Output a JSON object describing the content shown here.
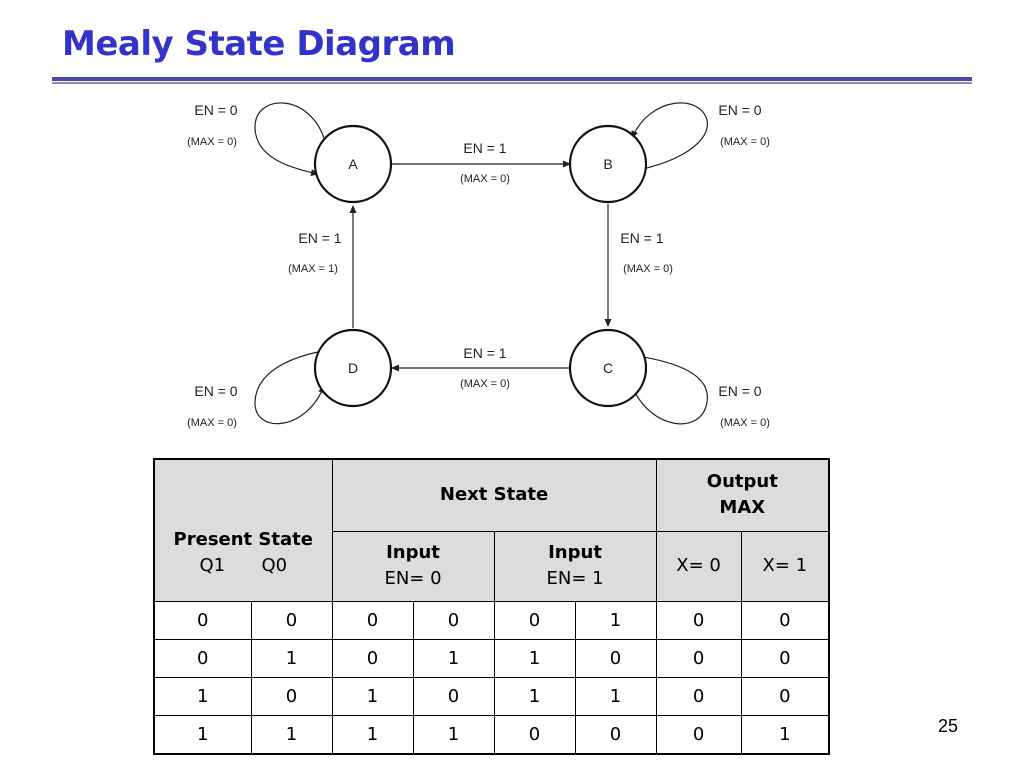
{
  "slide": {
    "title": "Mealy State Diagram",
    "page_number": "25"
  },
  "diagram": {
    "states": [
      "A",
      "B",
      "C",
      "D"
    ],
    "transitions": [
      {
        "from": "A",
        "to": "A",
        "input": "EN = 0",
        "output": "(MAX = 0)"
      },
      {
        "from": "B",
        "to": "B",
        "input": "EN = 0",
        "output": "(MAX = 0)"
      },
      {
        "from": "C",
        "to": "C",
        "input": "EN = 0",
        "output": "(MAX = 0)"
      },
      {
        "from": "D",
        "to": "D",
        "input": "EN = 0",
        "output": "(MAX = 0)"
      },
      {
        "from": "A",
        "to": "B",
        "input": "EN = 1",
        "output": "(MAX = 0)"
      },
      {
        "from": "B",
        "to": "C",
        "input": "EN = 1",
        "output": "(MAX = 0)"
      },
      {
        "from": "C",
        "to": "D",
        "input": "EN = 1",
        "output": "(MAX = 0)"
      },
      {
        "from": "D",
        "to": "A",
        "input": "EN = 1",
        "output": "(MAX = 1)"
      }
    ]
  },
  "table": {
    "present_state": "Present State",
    "q1": "Q1",
    "q0": "Q0",
    "next_state": "Next State",
    "output_line1": "Output",
    "output_line2": "MAX",
    "input_en0_line1": "Input",
    "input_en0_line2": "EN= 0",
    "input_en1_line1": "Input",
    "input_en1_line2": "EN= 1",
    "x0": "X= 0",
    "x1": "X= 1",
    "rows": [
      [
        "0",
        "0",
        "0",
        "0",
        "0",
        "1",
        "0",
        "0"
      ],
      [
        "0",
        "1",
        "0",
        "1",
        "1",
        "0",
        "0",
        "0"
      ],
      [
        "1",
        "0",
        "1",
        "0",
        "1",
        "1",
        "0",
        "0"
      ],
      [
        "1",
        "1",
        "1",
        "1",
        "0",
        "0",
        "0",
        "1"
      ]
    ]
  }
}
